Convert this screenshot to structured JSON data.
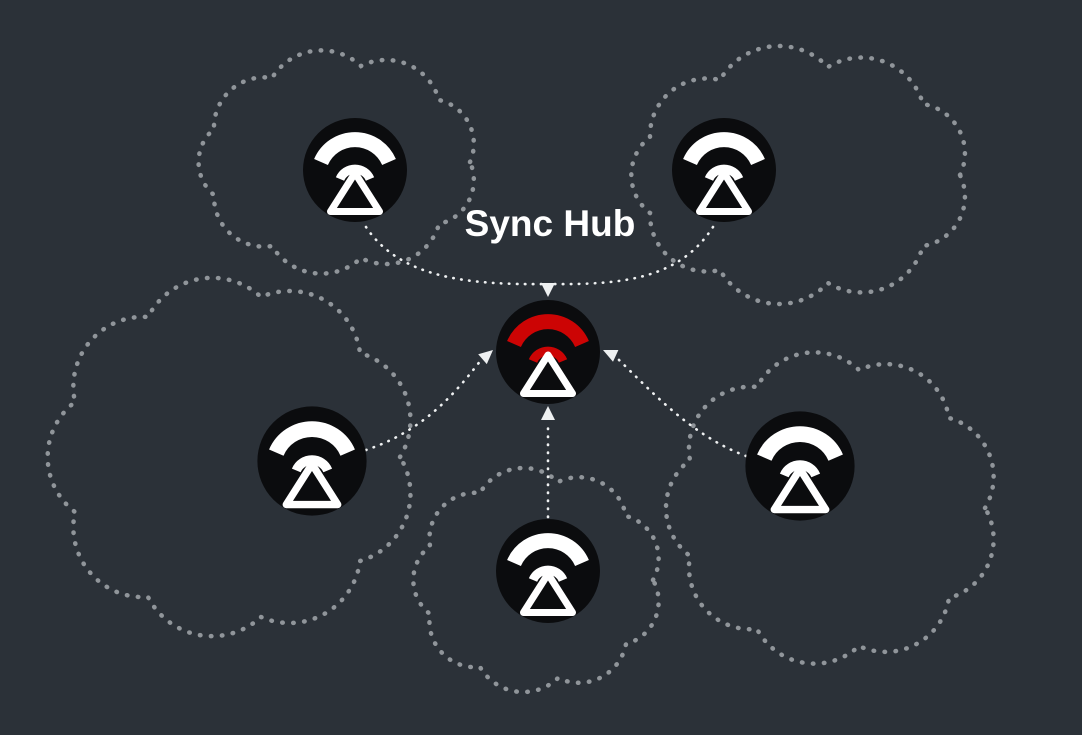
{
  "title": "Sync Hub",
  "colors": {
    "background": "#2b3138",
    "cloud-stroke": "#90959a",
    "arrow": "#eef0f1",
    "node-fill": "#0b0c0e",
    "icon-white": "#ffffff",
    "accent-red": "#cc0404"
  },
  "hub": {
    "id": "sync-hub",
    "label": "Sync Hub",
    "accent": "red",
    "icon": "wifi-triangle-logo"
  },
  "nodes": [
    {
      "id": "node-top-left",
      "position": "top-left",
      "icon": "wifi-triangle-logo",
      "in_cloud": true,
      "connected_to": "sync-hub"
    },
    {
      "id": "node-top-right",
      "position": "top-right",
      "icon": "wifi-triangle-logo",
      "in_cloud": true,
      "connected_to": "sync-hub"
    },
    {
      "id": "node-mid-left",
      "position": "mid-left",
      "icon": "wifi-triangle-logo",
      "in_cloud": true,
      "connected_to": "sync-hub"
    },
    {
      "id": "node-bottom-center",
      "position": "bottom-center",
      "icon": "wifi-triangle-logo",
      "in_cloud": true,
      "connected_to": "sync-hub"
    },
    {
      "id": "node-mid-right",
      "position": "mid-right",
      "icon": "wifi-triangle-logo",
      "in_cloud": true,
      "connected_to": "sync-hub"
    }
  ],
  "edges": [
    {
      "from": "node-top-left",
      "to": "sync-hub",
      "style": "dotted-arrow"
    },
    {
      "from": "node-top-right",
      "to": "sync-hub",
      "style": "dotted-arrow"
    },
    {
      "from": "node-mid-left",
      "to": "sync-hub",
      "style": "dotted-arrow"
    },
    {
      "from": "node-bottom-center",
      "to": "sync-hub",
      "style": "dotted-arrow"
    },
    {
      "from": "node-mid-right",
      "to": "sync-hub",
      "style": "dotted-arrow"
    }
  ]
}
